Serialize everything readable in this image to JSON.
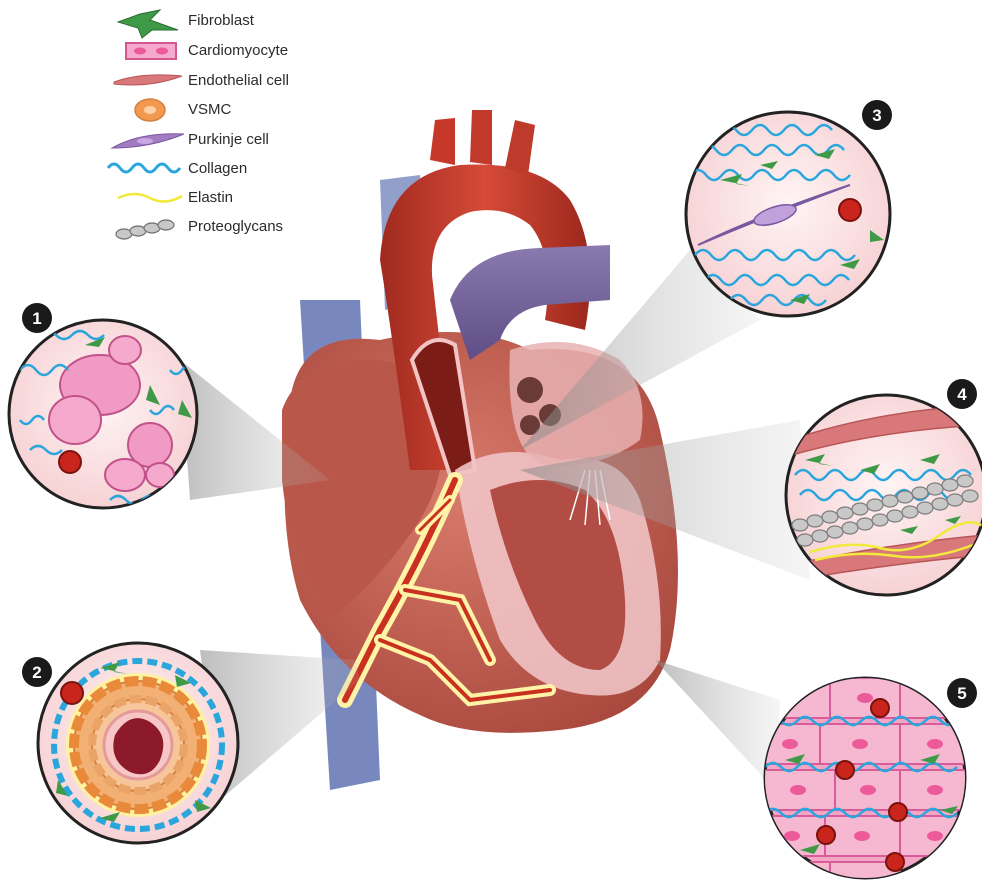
{
  "legend": {
    "items": [
      {
        "label": "Fibroblast",
        "icon": "fibroblast-icon",
        "color": "#3f9a48"
      },
      {
        "label": "Cardiomyocyte",
        "icon": "cardiomyocyte-icon",
        "color": "#ec7fb0"
      },
      {
        "label": "Endothelial cell",
        "icon": "endothelial-cell-icon",
        "color": "#d9787a"
      },
      {
        "label": "VSMC",
        "icon": "vsmc-icon",
        "color": "#f2994f"
      },
      {
        "label": "Purkinje cell",
        "icon": "purkinje-cell-icon",
        "color": "#a27bc2"
      },
      {
        "label": "Collagen",
        "icon": "collagen-icon",
        "color": "#2aa6dd"
      },
      {
        "label": "Elastin",
        "icon": "elastin-icon",
        "color": "#f2ea3a"
      },
      {
        "label": "Proteoglycans",
        "icon": "proteoglycans-icon",
        "color": "#9a9a9a"
      }
    ]
  },
  "callouts": {
    "c1": {
      "number": "1"
    },
    "c2": {
      "number": "2"
    },
    "c3": {
      "number": "3"
    },
    "c4": {
      "number": "4"
    },
    "c5": {
      "number": "5"
    }
  },
  "colors": {
    "heart_muscle": "#c4574a",
    "aorta": "#c6382a",
    "vein": "#6b5b93",
    "background_vessels": "#4b5fa8",
    "coronary": "#fff3a8",
    "callout_bg": "#fbe3e4"
  }
}
